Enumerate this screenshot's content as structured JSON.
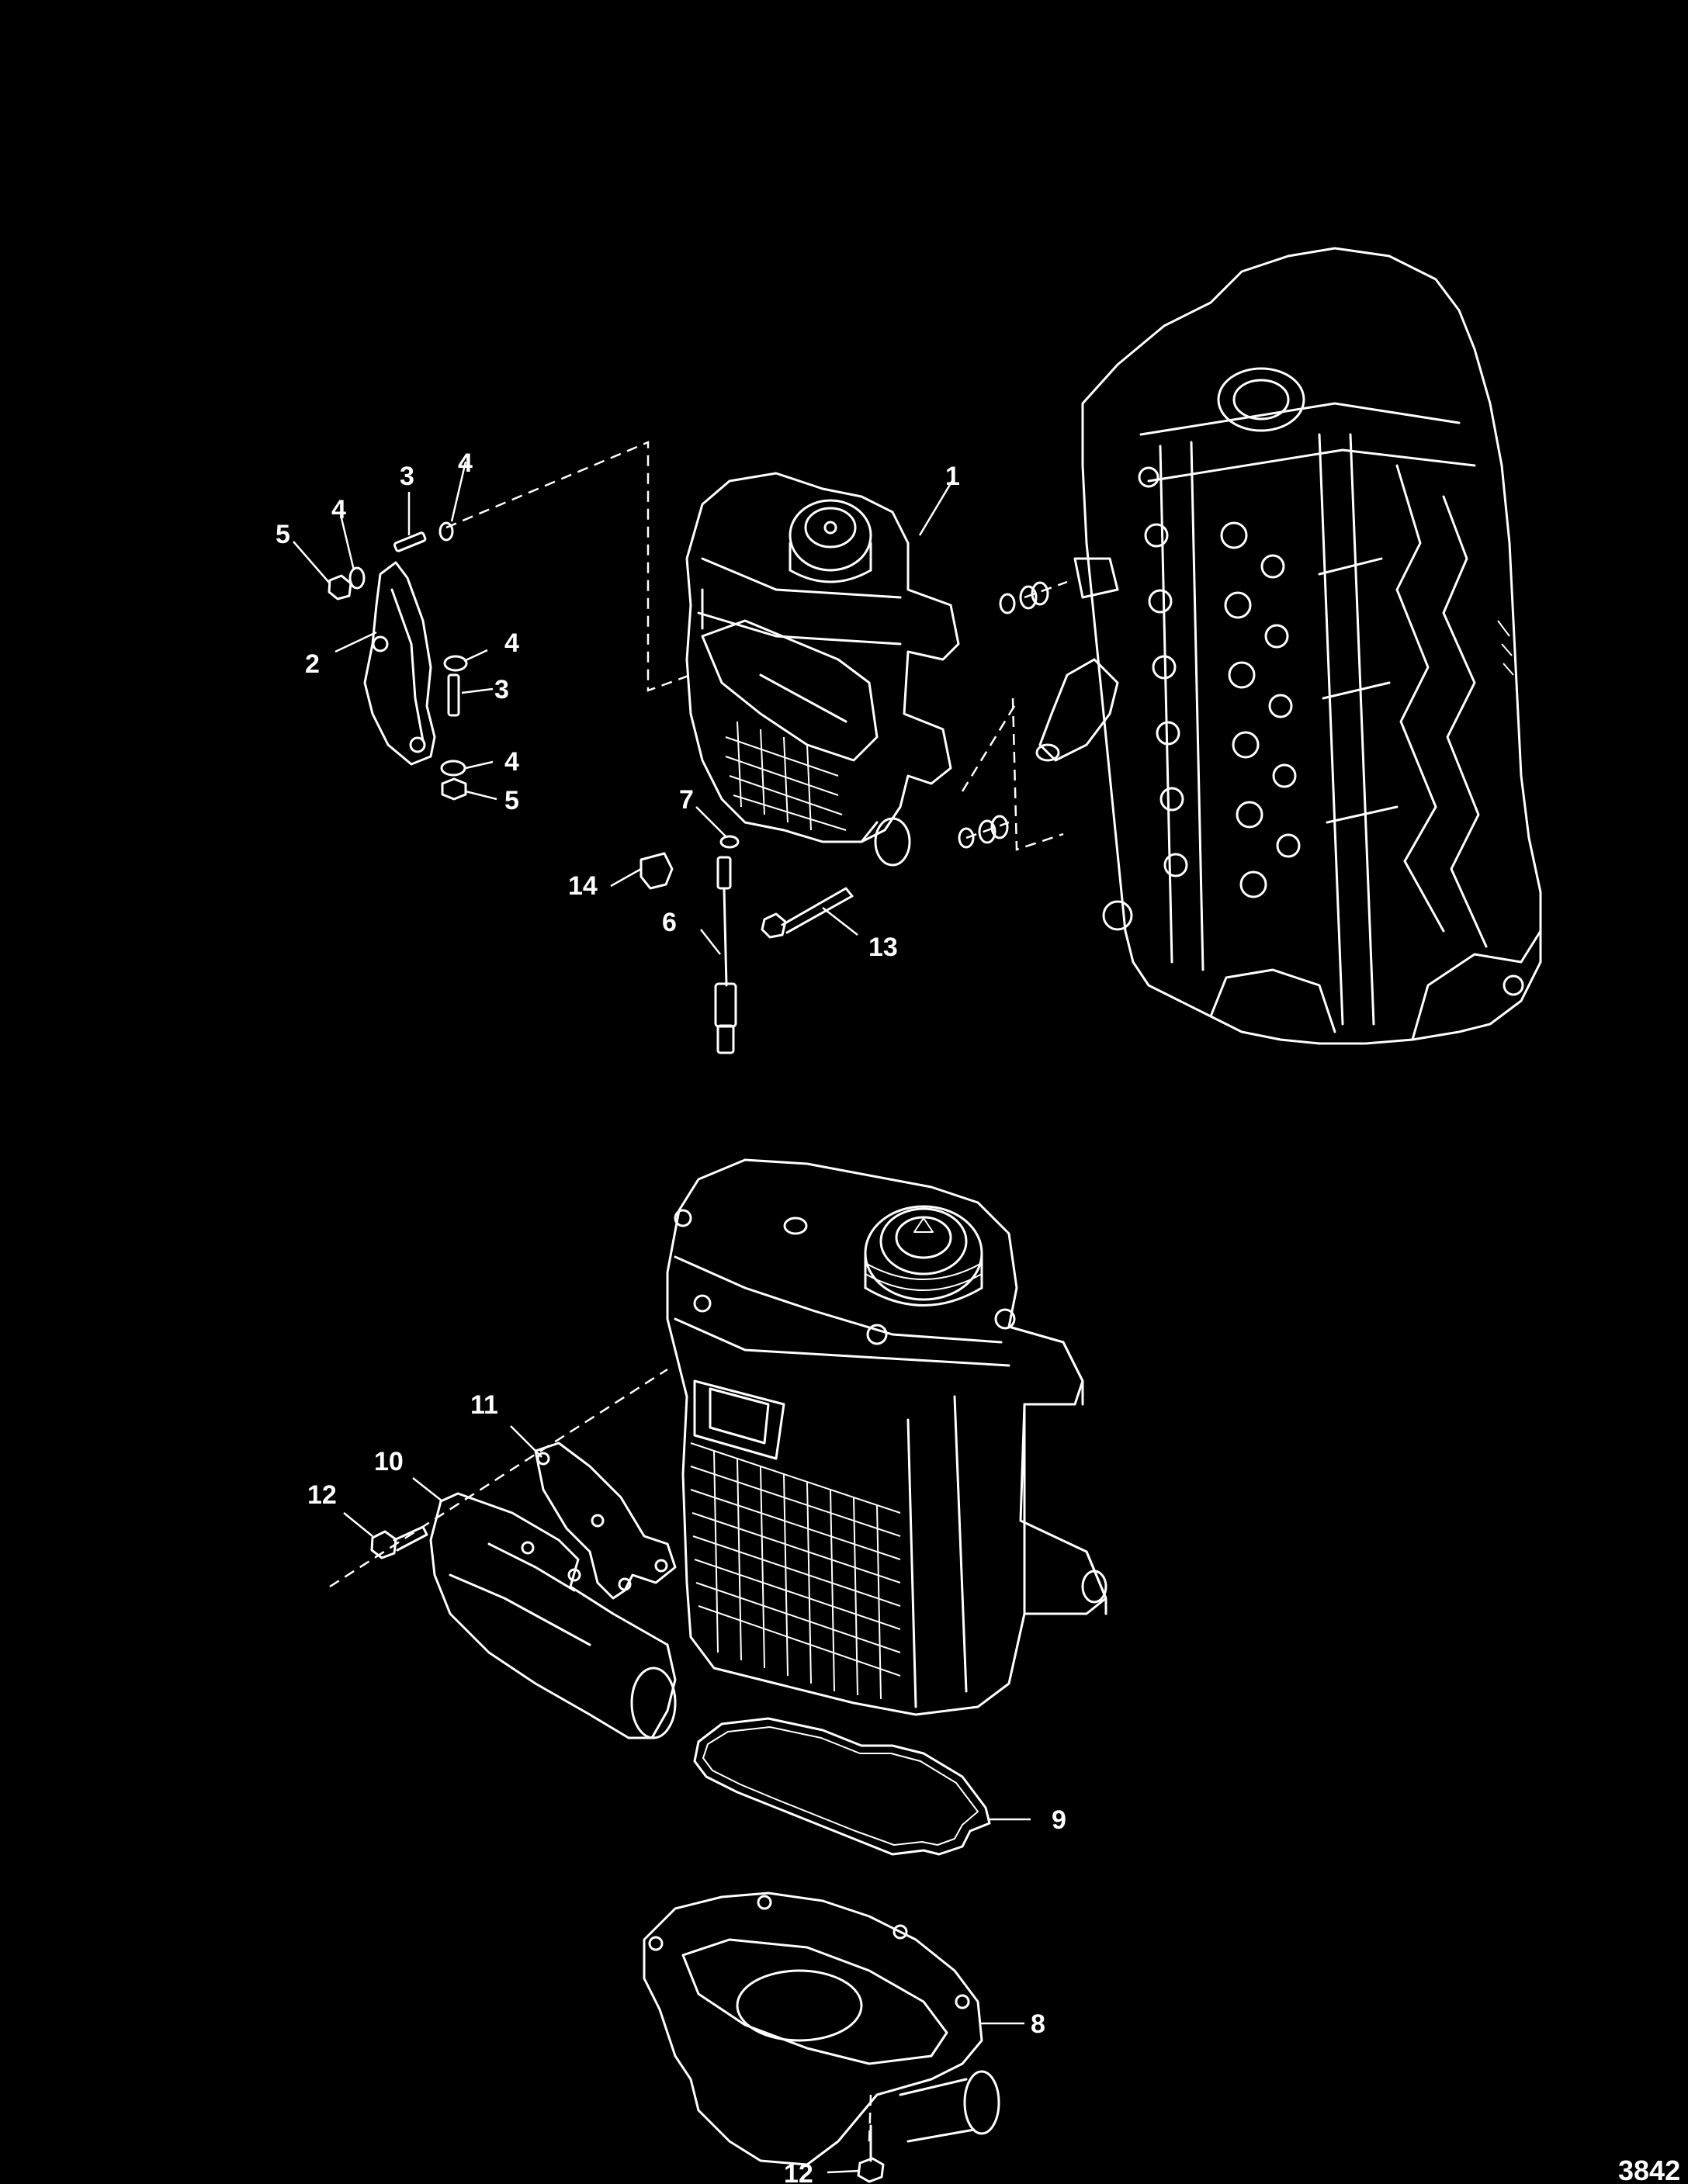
{
  "diagram": {
    "figure_number": "3842",
    "callouts": [
      "1",
      "2",
      "3",
      "3",
      "4",
      "4",
      "4",
      "4",
      "5",
      "5",
      "6",
      "7",
      "8",
      "9",
      "10",
      "11",
      "12",
      "12",
      "13",
      "14"
    ]
  },
  "colors": {
    "background": "#000000",
    "linework": "#ffffff"
  }
}
